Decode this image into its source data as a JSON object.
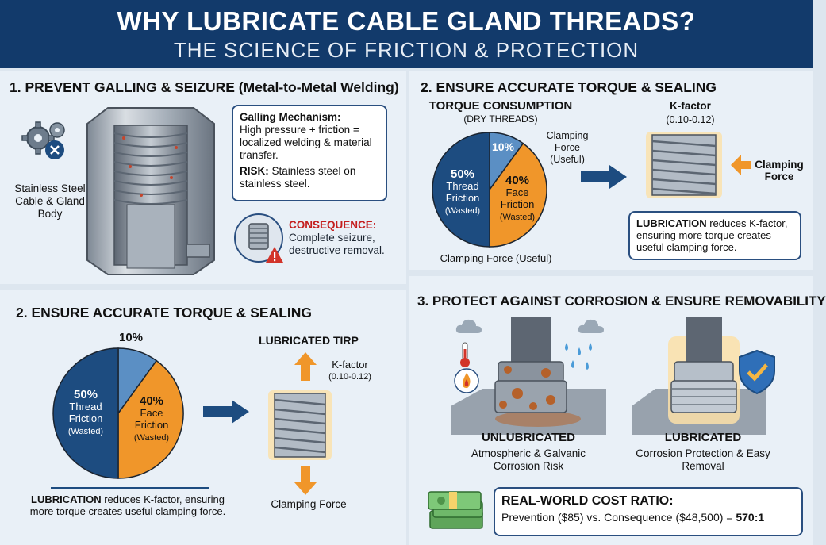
{
  "header": {
    "title": "WHY LUBRICATE CABLE GLAND THREADS?",
    "subtitle": "THE SCIENCE OF FRICTION & PROTECTION"
  },
  "galling": {
    "title": "1. PREVENT GALLING & SEIZURE (Metal-to-Metal Welding)",
    "body_label": "Stainless Steel Cable & Gland Body",
    "mechanism_heading": "Galling Mechanism:",
    "mechanism_text": "High pressure + friction = localized welding & material transfer.",
    "risk_heading": "RISK:",
    "risk_text": "Stainless steel on stainless steel.",
    "consequence_heading": "CONSEQUENCE:",
    "consequence_text": "Complete seizure, destructive removal."
  },
  "torque_top": {
    "title": "2. ENSURE ACCURATE TORQUE & SEALING",
    "pie_title": "TORQUE CONSUMPTION",
    "pie_subtitle": "(DRY THREADS)",
    "slice_thread_pct": "50%",
    "slice_thread_label": "Thread Friction",
    "slice_thread_note": "(Wasted)",
    "slice_face_pct": "40%",
    "slice_face_label": "Face Friction",
    "slice_face_note": "(Wasted)",
    "slice_clamp_pct": "10%",
    "slice_clamp_label": "Clamping Force (Useful)",
    "bottom_label": "Clamping Force (Useful)",
    "kfactor_label": "K-factor",
    "kfactor_range": "(0.10-0.12)",
    "clamping_arrow_label": "Clamping Force",
    "callout_bold": "LUBRICATION",
    "callout_text": " reduces K-factor, ensuring more torque creates useful clamping force.",
    "colors": {
      "thread": "#1d4c80",
      "face": "#f0962a",
      "clamp": "#5b8fc4"
    }
  },
  "torque_bottom": {
    "title": "2. ENSURE ACCURATE TORQUE & SEALING",
    "slice_clamp_pct": "10%",
    "slice_thread_pct": "50%",
    "slice_thread_label": "Thread Friction",
    "slice_thread_note": "(Wasted)",
    "slice_face_pct": "40%",
    "slice_face_label": "Face Friction",
    "slice_face_note": "(Wasted)",
    "lubricated_label": "LUBRICATED TIRP",
    "kfactor_label": "K-factor",
    "kfactor_range": "(0.10-0.12)",
    "clamping_label": "Clamping Force",
    "note_bold": "LUBRICATION",
    "note_text": " reduces K-factor, ensuring more torque creates useful clamping force."
  },
  "corrosion": {
    "title": "3. PROTECT AGAINST CORROSION & ENSURE REMOVABILITY",
    "left_heading": "UNLUBRICATED",
    "left_text": "Atmospheric & Galvanic Corrosion Risk",
    "right_heading": "LUBRICATED",
    "right_text": "Corrosion Protection & Easy Removal",
    "cost_heading": "REAL-WORLD COST RATIO:",
    "cost_text": "Prevention ($85) vs. Consequence ($48,500) = ",
    "cost_ratio": "570:1"
  },
  "icons": [
    "gears-icon",
    "cancel-icon",
    "gland-thread-icon",
    "warning-icon",
    "cloud-icon",
    "thermometer-icon",
    "fire-icon",
    "water-drops-icon",
    "shield-check-icon",
    "money-stack-icon",
    "arrow-right-icon",
    "arrow-up-icon",
    "arrow-down-icon",
    "arrow-left-icon"
  ]
}
